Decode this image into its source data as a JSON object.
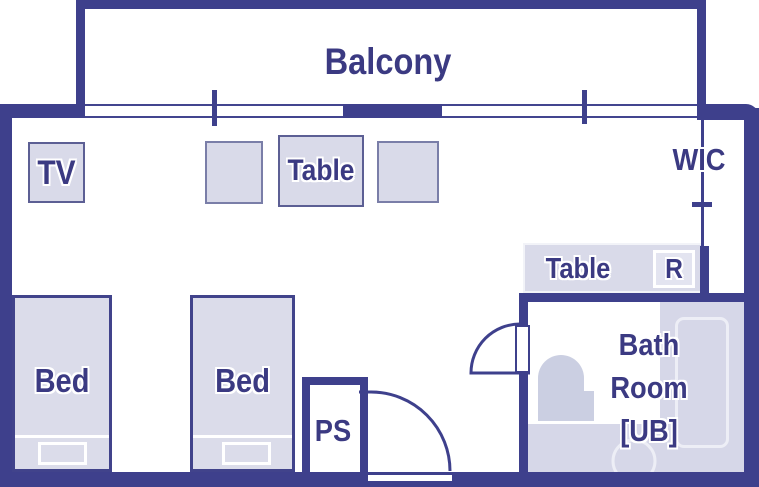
{
  "floorplan": {
    "rooms": {
      "balcony": {
        "label": "Balcony"
      },
      "wic": {
        "label": "WIC"
      },
      "pipe_shaft": {
        "label": "PS"
      },
      "bathroom": {
        "lines": [
          "Bath",
          "Room",
          "[UB]"
        ]
      }
    },
    "furniture": {
      "tv": {
        "label": "TV"
      },
      "table": {
        "label": "Table"
      },
      "desk": {
        "label": "Table"
      },
      "refrigerator": {
        "label": "R"
      },
      "bed_left": {
        "label": "Bed"
      },
      "bed_right": {
        "label": "Bed"
      }
    },
    "colors": {
      "wall": "#3e408c",
      "label_text": "#3b3a82",
      "furniture_fill": "#d9dae9",
      "furniture_border": "#5c5f94",
      "bath_zone_fill": "#d6d7e8",
      "fixture_fill": "#cbcfe2",
      "fixture_outline": "#edeef6",
      "floor": "#ffffff"
    }
  }
}
